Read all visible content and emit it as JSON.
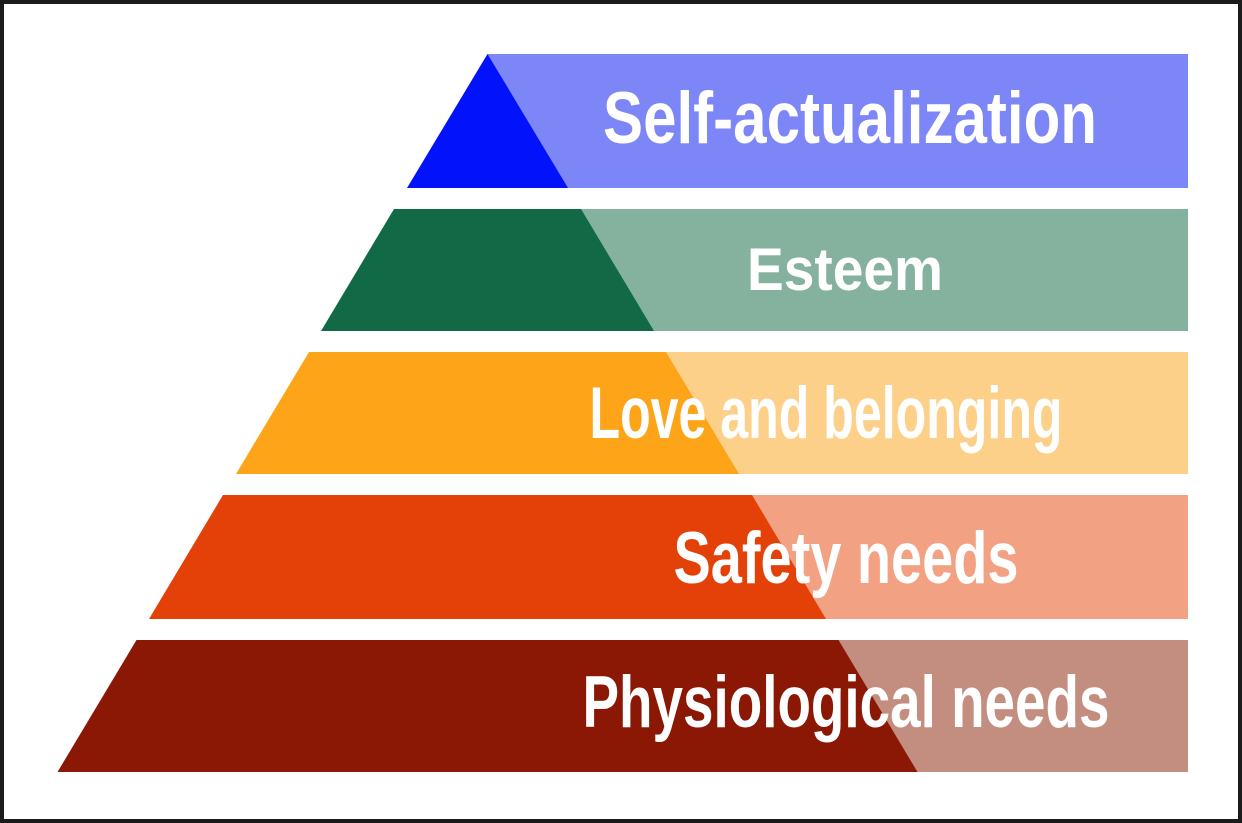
{
  "colors": {
    "background": "#ffffff",
    "border": "#1b1b1b",
    "label_text": "#ffffff"
  },
  "pyramid": {
    "kind": "hierarchy-pyramid",
    "levels": [
      {
        "label": "Self-actualization",
        "dark": "#0213fb",
        "light": "#7c86f6"
      },
      {
        "label": "Esteem",
        "dark": "#126945",
        "light": "#85b29e"
      },
      {
        "label": "Love and belonging",
        "dark": "#fda418",
        "light": "#fdd089"
      },
      {
        "label": "Safety needs",
        "dark": "#e44108",
        "light": "#f3a183"
      },
      {
        "label": "Physiological needs",
        "dark": "#8b1804",
        "light": "#c38d80"
      }
    ]
  }
}
